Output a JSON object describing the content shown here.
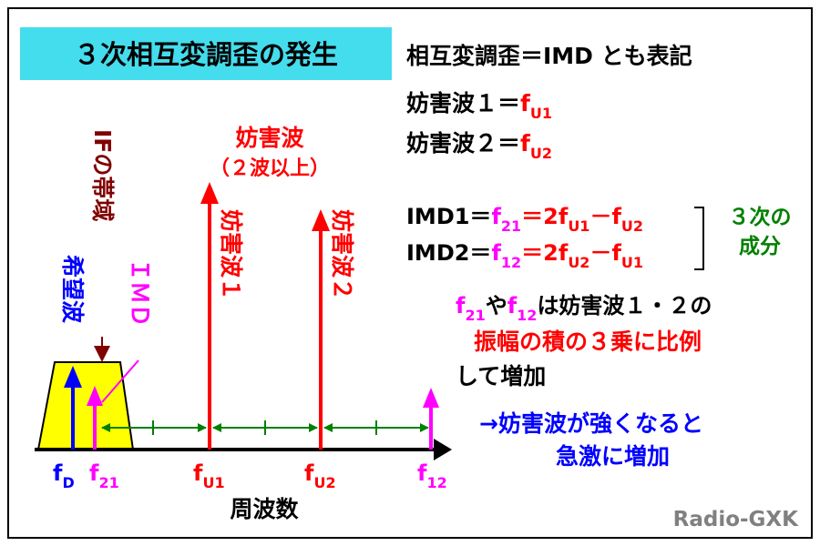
{
  "title": "３次相互変調歪の発生",
  "colors": {
    "red": "#ff0000",
    "magenta": "#ff00ff",
    "blue": "#0000ff",
    "green": "#008000",
    "darkred": "#800000",
    "black": "#000000",
    "title_bg": "#44ddee",
    "passband_fill": "#ffff00",
    "brand": "#808080"
  },
  "left_labels": {
    "if_band": "IFの帯域",
    "desired": "希望波",
    "imd": "ＩＭＤ",
    "interferer_group": "妨害波",
    "interferer_group_sub": "（２波以上）",
    "interferer1": "妨害波１",
    "interferer2": "妨害波２",
    "axis_label": "周波数"
  },
  "axis_ticks": {
    "fD": {
      "base": "f",
      "sub": "D"
    },
    "f21": {
      "base": "f",
      "sub": "21"
    },
    "fU1": {
      "base": "f",
      "sub": "U1"
    },
    "fU2": {
      "base": "f",
      "sub": "U2"
    },
    "f12": {
      "base": "f",
      "sub": "12"
    }
  },
  "right_panel": {
    "line1": "相互変調歪＝IMD とも表記",
    "line2_prefix": "妨害波１＝",
    "line3_prefix": "妨害波２＝",
    "imd1_prefix": "IMD1＝",
    "imd2_prefix": "IMD2＝",
    "eq_sign": "＝",
    "two": "2",
    "minus": "－",
    "third_order_1": "３次の",
    "third_order_2": "成分",
    "sentence1_mid": "や",
    "sentence1_end": "は妨害波１・２の",
    "sentence2": "振幅の積の３乗に比例",
    "sentence3": "して増加",
    "conclusion1": "→妨害波が強くなると",
    "conclusion2": "急激に増加"
  },
  "brand": "Radio-GXK"
}
